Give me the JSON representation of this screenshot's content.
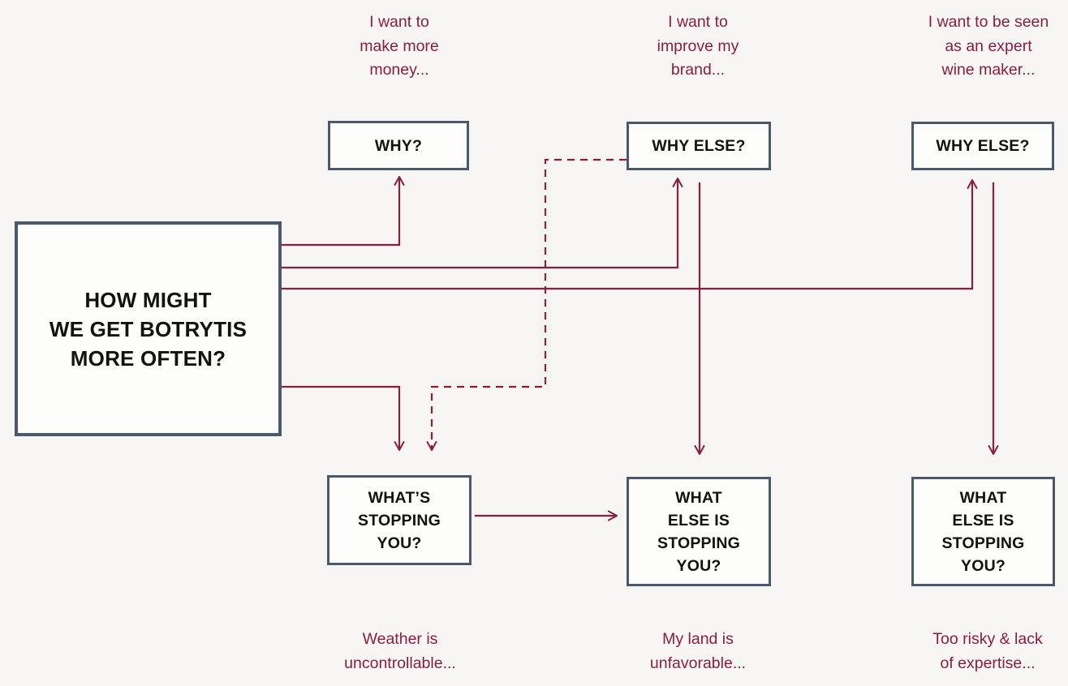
{
  "diagram_title": "How Might We — Why / What's Stopping You ladder",
  "colors": {
    "background": "#f7f6f4",
    "box_border": "#4c596d",
    "box_fill": "#fdfdfc",
    "box_text": "#121212",
    "accent_maroon": "#8a1e41"
  },
  "center_box": {
    "label": "HOW MIGHT\nWE GET BOTRYTIS\nMORE OFTEN?"
  },
  "columns": [
    {
      "motivation": "I want to\nmake more\nmoney...",
      "why_box": "WHY?",
      "stopping_box": "WHAT’S\nSTOPPING\nYOU?",
      "obstacle": "Weather is\nuncontrollable..."
    },
    {
      "motivation": "I want to\nimprove my\nbrand...",
      "why_box": "WHY ELSE?",
      "stopping_box": "WHAT\nELSE IS\nSTOPPING\nYOU?",
      "obstacle": "My land is\nunfavorable..."
    },
    {
      "motivation": "I want to be seen\nas an expert\nwine maker...",
      "why_box": "WHY ELSE?",
      "stopping_box": "WHAT\nELSE IS\nSTOPPING\nYOU?",
      "obstacle": "Too risky & lack\nof expertise..."
    }
  ]
}
